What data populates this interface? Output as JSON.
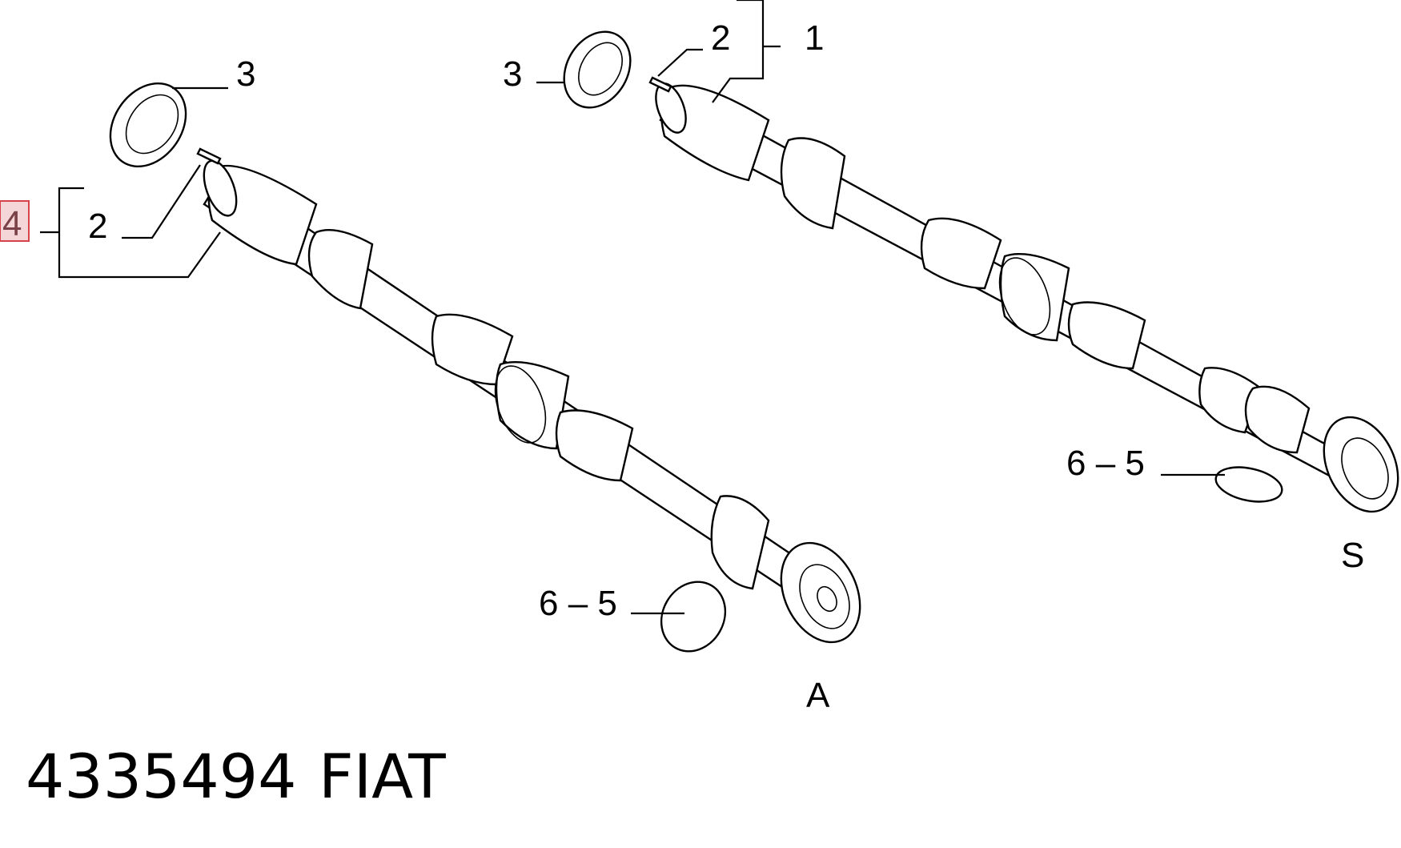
{
  "callouts": {
    "left_seal": "3",
    "left_pin": "2",
    "left_assembly_highlight": "4",
    "left_oring": "6 – 5",
    "left_shaft_letter": "A",
    "right_seal": "3",
    "right_pin": "2",
    "right_assembly": "1",
    "right_oring": "6 – 5",
    "right_shaft_letter": "S"
  },
  "footer": {
    "part_number": "4335494",
    "brand": "FIAT"
  },
  "colors": {
    "highlight_fill": "#f5d6d8",
    "highlight_border": "#d8424b",
    "highlight_text": "#7a4248",
    "line": "#000000"
  }
}
